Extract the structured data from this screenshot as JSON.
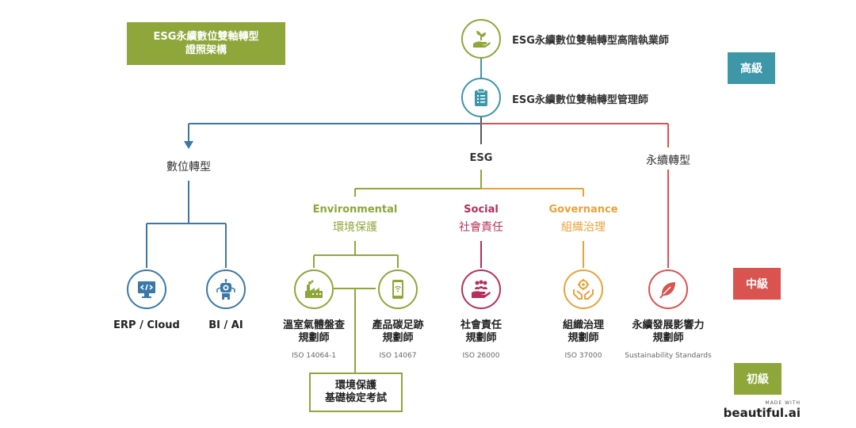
{
  "title": {
    "line1": "ESG永續數位雙軸轉型",
    "line2": "證照架構"
  },
  "levels": {
    "senior": "高級",
    "middle": "中級",
    "junior": "初級"
  },
  "top": {
    "executive": "ESG永續數位雙軸轉型高階執業師",
    "manager": "ESG永續數位雙軸轉型管理師"
  },
  "branches": {
    "digital": "數位轉型",
    "esg": "ESG",
    "sustainability": "永續轉型"
  },
  "categories": {
    "environmental": {
      "en": "Environmental",
      "zh": "環境保護"
    },
    "social": {
      "en": "Social",
      "zh": "社會責任"
    },
    "governance": {
      "en": "Governance",
      "zh": "組織治理"
    }
  },
  "nodes": {
    "erp": {
      "label": "ERP / Cloud"
    },
    "bi": {
      "label": "BI / AI"
    },
    "ghg": {
      "line1": "溫室氣體盤查",
      "line2": "規劃師",
      "std": "ISO 14064-1"
    },
    "cfp": {
      "line1": "產品碳足跡",
      "line2": "規劃師",
      "std": "ISO 14067"
    },
    "soc": {
      "line1": "社會責任",
      "line2": "規劃師",
      "std": "ISO 26000"
    },
    "gov": {
      "line1": "組織治理",
      "line2": "規劃師",
      "std": "ISO 37000"
    },
    "sus": {
      "line1": "永續發展影響力",
      "line2": "規劃師",
      "std": "Sustainability Standards"
    }
  },
  "exam": {
    "line1": "環境保護",
    "line2": "基礎檢定考試"
  },
  "brand": {
    "made": "MADE WITH",
    "name": "beautiful.ai"
  },
  "colors": {
    "olive": "#8fa63a",
    "teal": "#3d97a8",
    "blue": "#3a78a8",
    "red": "#d9534f",
    "crimson": "#b5305b",
    "orange": "#e9a23b",
    "gray": "#555555"
  },
  "icons": {
    "executive": "hand-sprout-icon",
    "manager": "clipboard-icon",
    "erp": "monitor-code-icon",
    "bi": "robot-icon",
    "ghg": "factory-icon",
    "cfp": "smartphone-wifi-icon",
    "soc": "hand-people-icon",
    "gov": "hands-gear-icon",
    "sus": "leaf-icon"
  }
}
